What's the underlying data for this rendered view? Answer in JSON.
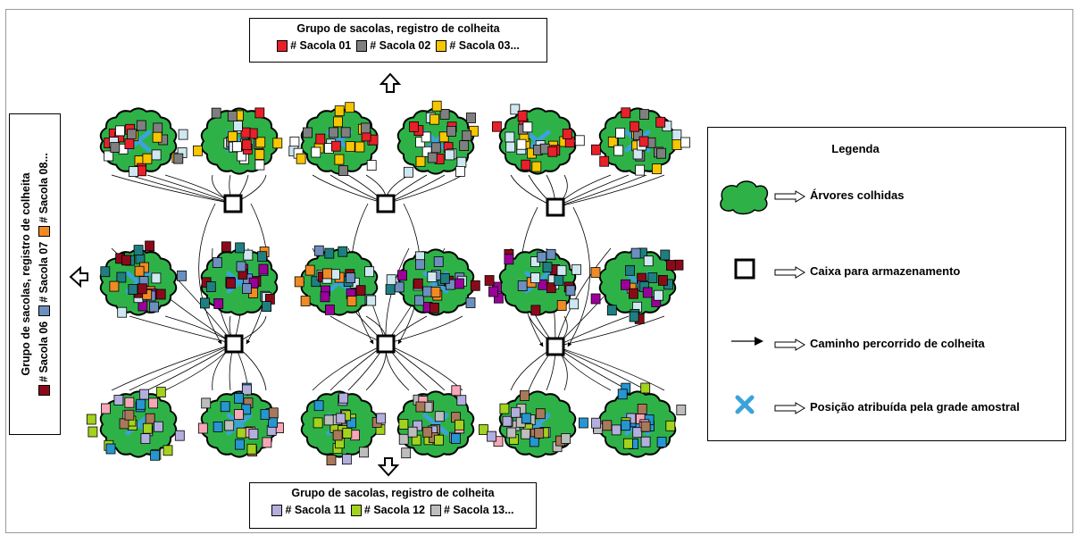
{
  "groups": {
    "top": {
      "title": "Grupo de sacolas, registro de colheita",
      "items": [
        {
          "label": "# Sacola 01",
          "color": "#e8202a"
        },
        {
          "label": "# Sacola 02",
          "color": "#7f7f7f"
        },
        {
          "label": "# Sacola 03...",
          "color": "#f7c600"
        }
      ]
    },
    "left": {
      "title": "Grupo de sacolas, registro de colheita",
      "items": [
        {
          "label": "# Sacola 06",
          "color": "#8b0a1a"
        },
        {
          "label": "# Sacola 07",
          "color": "#6d8fbf"
        },
        {
          "label": "# Sacola 08...",
          "color": "#f08a24"
        }
      ]
    },
    "bottom": {
      "title": "Grupo de sacolas, registro de colheita",
      "items": [
        {
          "label": "# Sacola 11",
          "color": "#b3aedd"
        },
        {
          "label": "# Sacola 12",
          "color": "#a3d21f"
        },
        {
          "label": "# Sacola 13...",
          "color": "#bdbdbd"
        }
      ]
    }
  },
  "legend": {
    "title": "Legenda",
    "items": [
      {
        "symbol": "tree",
        "label": "Árvores colhidas"
      },
      {
        "symbol": "box",
        "label": "Caixa para armazenamento"
      },
      {
        "symbol": "arrow",
        "label": "Caminho percorrido de colheita"
      },
      {
        "symbol": "cross",
        "label": "Posição atribuída pela grade amostral"
      }
    ]
  },
  "colors": {
    "tree_fill": "#2eb248",
    "tree_outline": "#000000",
    "sample_cross": "#3ba3d8",
    "extra_bag_colors": [
      "#ffffff",
      "#cfe8f0",
      "#9b009b",
      "#1f7f80",
      "#2596d1",
      "#f7a6b8",
      "#a9785a"
    ]
  }
}
